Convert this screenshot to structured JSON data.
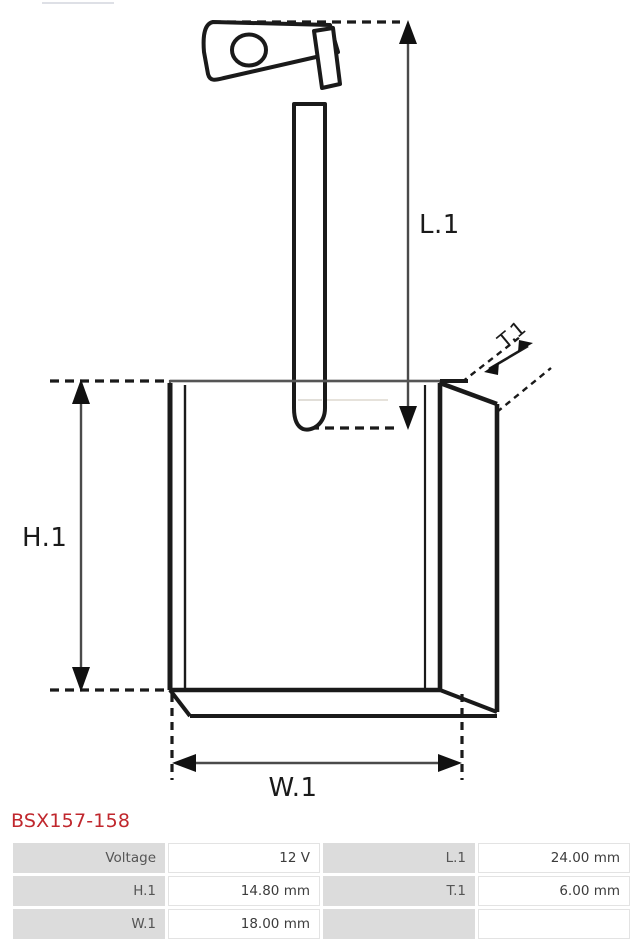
{
  "product": {
    "code": "BSX157-158",
    "code_color": "#c0272d"
  },
  "drawing": {
    "title": "carbon-brush-technical-drawing",
    "labels": {
      "length": "L.1",
      "height": "H.1",
      "width": "W.1",
      "thickness": "T.1"
    },
    "stroke_color": "#1a1a1a",
    "dimension_color": "#333333"
  },
  "spec_table": {
    "rows": [
      {
        "key1": "Voltage",
        "val1": "12 V",
        "key2": "L.1",
        "val2": "24.00 mm"
      },
      {
        "key1": "H.1",
        "val1": "14.80 mm",
        "key2": "T.1",
        "val2": "6.00 mm"
      },
      {
        "key1": "W.1",
        "val1": "18.00 mm",
        "key2": "",
        "val2": ""
      }
    ]
  }
}
